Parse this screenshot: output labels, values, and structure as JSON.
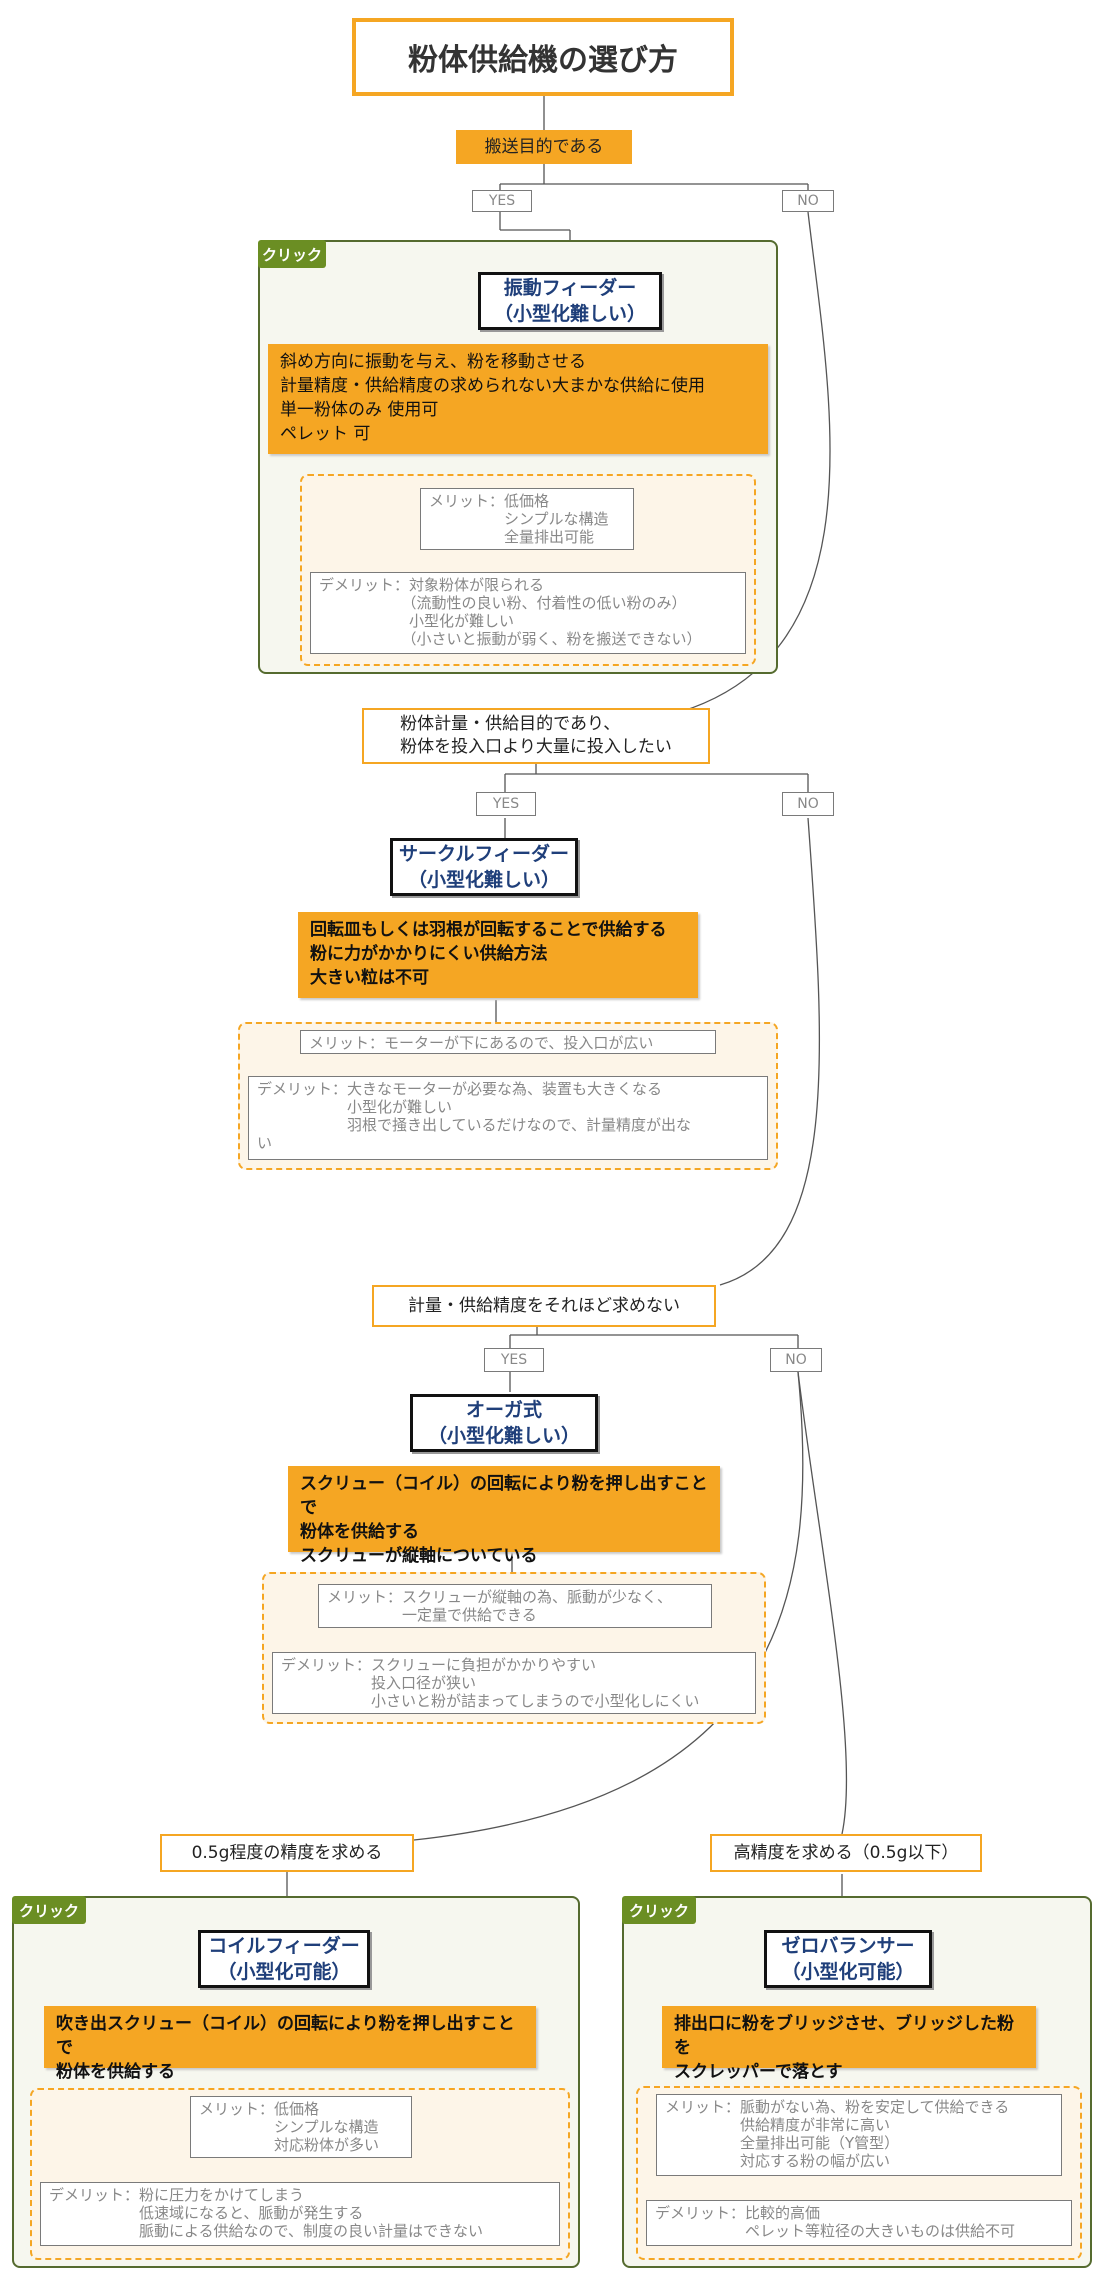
{
  "title": "粉体供給機の選び方",
  "yes_label": "YES",
  "no_label": "NO",
  "click_label": "クリック",
  "conditions": {
    "q1": "搬送目的である",
    "q2": "粉体計量・供給目的であり、\n粉体を投入口より大量に投入したい",
    "q3": "計量・供給精度をそれほど求めない",
    "q4": "0.5g程度の精度を求める",
    "q5": "高精度を求める（0.5g以下）"
  },
  "machines": {
    "vibration": {
      "name": "振動フィーダー",
      "note": "（小型化難しい）",
      "desc": "斜め方向に振動を与え、粉を移動させる\n計量精度・供給精度の求められない大まかな供給に使用\n単一粉体のみ 使用可\nペレット 可",
      "merit": "メリット：低価格\n　　　　　シンプルな構造\n　　　　　全量排出可能",
      "demerit": "デメリット：対象粉体が限られる\n　　　　　　（流動性の良い粉、付着性の低い粉のみ）\n　　　　　　小型化が難しい\n　　　　　　（小さいと振動が弱く、粉を搬送できない）"
    },
    "circle": {
      "name": "サークルフィーダー",
      "note": "（小型化難しい）",
      "desc": "回転皿もしくは羽根が回転することで供給する\n粉に力がかかりにくい供給方法\n大きい粒は不可",
      "merit": "メリット：モーターが下にあるので、投入口が広い",
      "demerit": "デメリット：大きなモーターが必要な為、装置も大きくなる\n　　　　　　小型化が難しい\n　　　　　　羽根で掻き出しているだけなので、計量精度が出な\nい"
    },
    "auger": {
      "name": "オーガ式",
      "note": "（小型化難しい）",
      "desc": "スクリュー（コイル）の回転により粉を押し出すことで\n粉体を供給する\nスクリューが縦軸についている",
      "merit": "メリット：スクリューが縦軸の為、脈動が少なく、\n　　　　　一定量で供給できる",
      "demerit": "デメリット：スクリューに負担がかかりやすい\n　　　　　　投入口径が狭い\n　　　　　　小さいと粉が詰まってしまうので小型化しにくい"
    },
    "coil": {
      "name": "コイルフィーダー",
      "note": "（小型化可能）",
      "desc": "吹き出スクリュー（コイル）の回転により粉を押し出すことで\n粉体を供給する",
      "merit": "メリット：低価格\n　　　　　シンプルな構造\n　　　　　対応粉体が多い",
      "demerit": "デメリット：粉に圧力をかけてしまう\n　　　　　　低速域になると、脈動が発生する\n　　　　　　脈動による供給なので、制度の良い計量はできない"
    },
    "zero": {
      "name": "ゼロバランサー",
      "note": "（小型化可能）",
      "desc": "排出口に粉をブリッジさせ、ブリッジした粉を\nスクレッパーで落とす",
      "merit": "メリット：脈動がない為、粉を安定して供給できる\n　　　　　供給精度が非常に高い\n　　　　　全量排出可能（Y管型）\n　　　　　対応する粉の幅が広い",
      "demerit": "デメリット：比較的高価\n　　　　　　ペレット等粒径の大きいものは供給不可"
    }
  },
  "colors": {
    "orange": "#f5a623",
    "green": "#6b8e23",
    "navy": "#1f3f7a",
    "wire": "#555555"
  }
}
